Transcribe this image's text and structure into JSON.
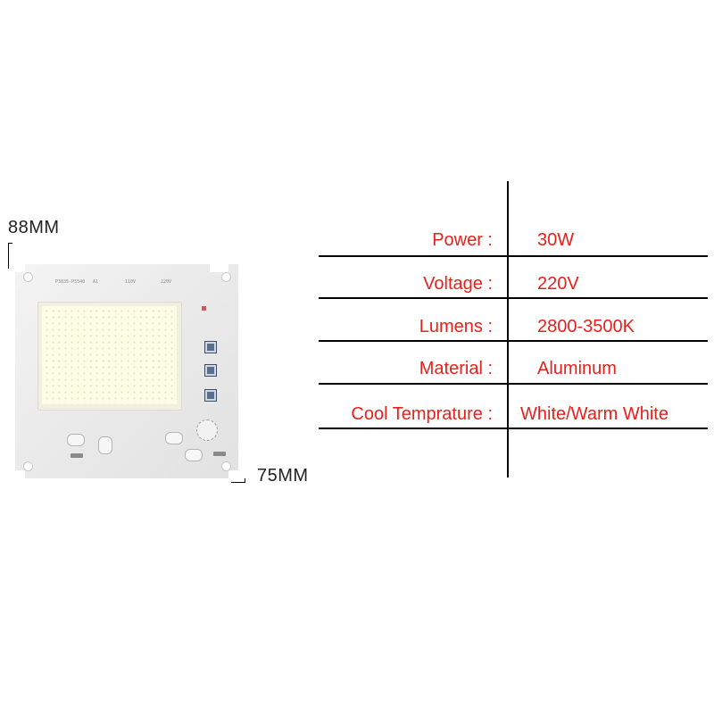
{
  "dimensions": {
    "width_label": "88MM",
    "height_label": "75MM"
  },
  "board": {
    "markings": [
      "P3835-P5540",
      "A1",
      "110V",
      "220V"
    ]
  },
  "specs": [
    {
      "label": "Power :",
      "value": "30W"
    },
    {
      "label": "Voltage :",
      "value": "220V"
    },
    {
      "label": "Lumens :",
      "value": "2800-3500K"
    },
    {
      "label": "Material :",
      "value": "Aluminum"
    },
    {
      "label": "Cool Temprature :",
      "value": "White/Warm White"
    }
  ],
  "colors": {
    "spec_text": "#e8201c",
    "lines": "#000000",
    "label_text": "#222222"
  }
}
